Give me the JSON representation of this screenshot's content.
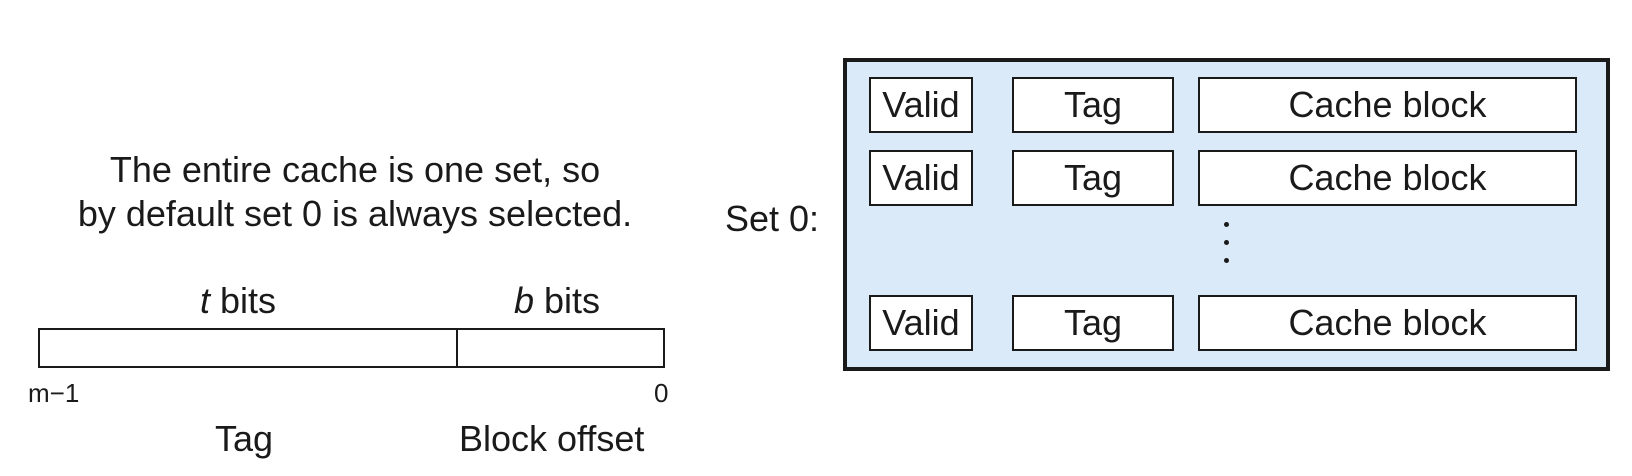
{
  "caption": {
    "line1": "The entire cache is one set, so",
    "line2": "by default set 0 is always selected."
  },
  "address": {
    "t_var": "t",
    "t_suffix": " bits",
    "b_var": "b",
    "b_suffix": " bits",
    "bit_high": "m−1",
    "bit_low": "0",
    "field_tag": "Tag",
    "field_offset": "Block offset"
  },
  "set": {
    "label": "Set 0:",
    "lines": [
      {
        "valid": "Valid",
        "tag": "Tag",
        "block": "Cache block"
      },
      {
        "valid": "Valid",
        "tag": "Tag",
        "block": "Cache block"
      },
      {
        "valid": "Valid",
        "tag": "Tag",
        "block": "Cache block"
      }
    ],
    "fill_color": "#dbeaf8"
  }
}
